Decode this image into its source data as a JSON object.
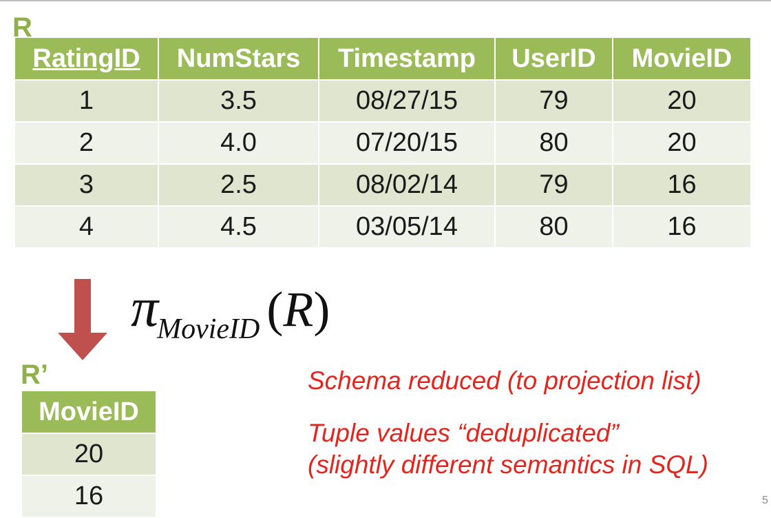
{
  "relation_r": {
    "label": "R",
    "columns": [
      "RatingID",
      "NumStars",
      "Timestamp",
      "UserID",
      "MovieID"
    ],
    "rows": [
      [
        "1",
        "3.5",
        "08/27/15",
        "79",
        "20"
      ],
      [
        "2",
        "4.0",
        "07/20/15",
        "80",
        "20"
      ],
      [
        "3",
        "2.5",
        "08/02/14",
        "79",
        "16"
      ],
      [
        "4",
        "4.5",
        "03/05/14",
        "80",
        "16"
      ]
    ]
  },
  "projection": {
    "symbol": "π",
    "attribute": "MovieID",
    "argument": "R"
  },
  "relation_r_prime": {
    "label": "R’",
    "columns": [
      "MovieID"
    ],
    "rows": [
      [
        "20"
      ],
      [
        "16"
      ]
    ]
  },
  "notes": {
    "line1": "Schema reduced (to projection list)",
    "line2a": "Tuple values “deduplicated”",
    "line2b": "(slightly different semantics in SQL)"
  },
  "page_number": "5",
  "colors": {
    "header_green": "#9bbb59",
    "label_green": "#8fb04a",
    "row_odd": "#dfe5cf",
    "row_even": "#eff2e9",
    "arrow": "#c0504d",
    "note_red": "#e0261e"
  }
}
